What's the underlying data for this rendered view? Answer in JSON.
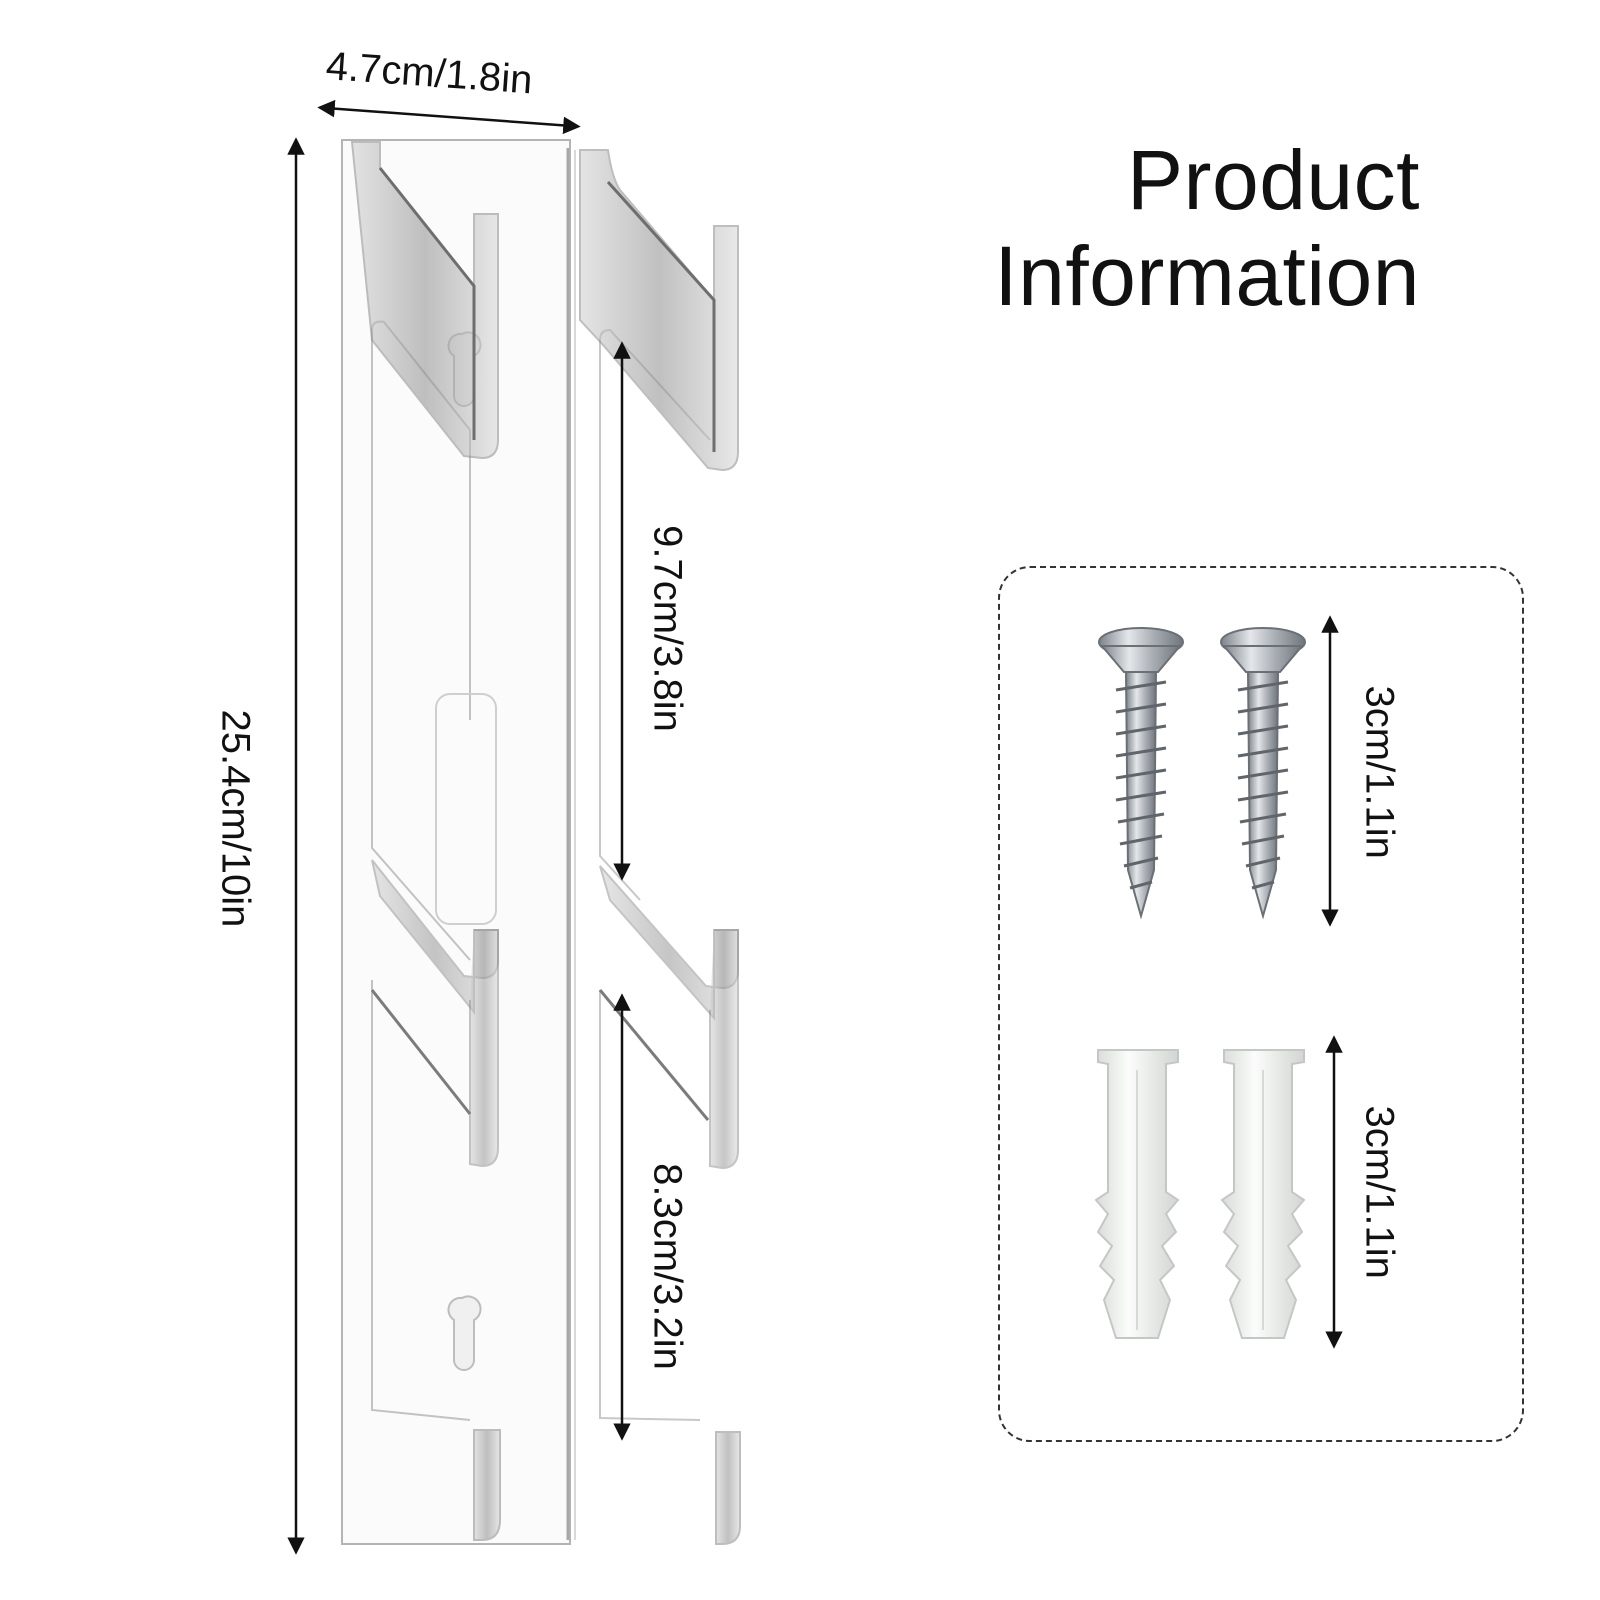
{
  "title": {
    "line1": "Product",
    "line2": "Information"
  },
  "dimensions": {
    "width": "4.7cm/1.8in",
    "height": "25.4cm/10in",
    "upper_gap": "9.7cm/3.8in",
    "lower_gap": "8.3cm/3.2in",
    "screw_length": "3cm/1.1in",
    "anchor_length": "3cm/1.1in"
  },
  "colors": {
    "acrylic_edge": "#9a9a9a",
    "acrylic_face": "#f4f4f4",
    "screw_metal": "#b9bec4",
    "anchor_plastic": "#eef0ee",
    "border": "#333333"
  }
}
